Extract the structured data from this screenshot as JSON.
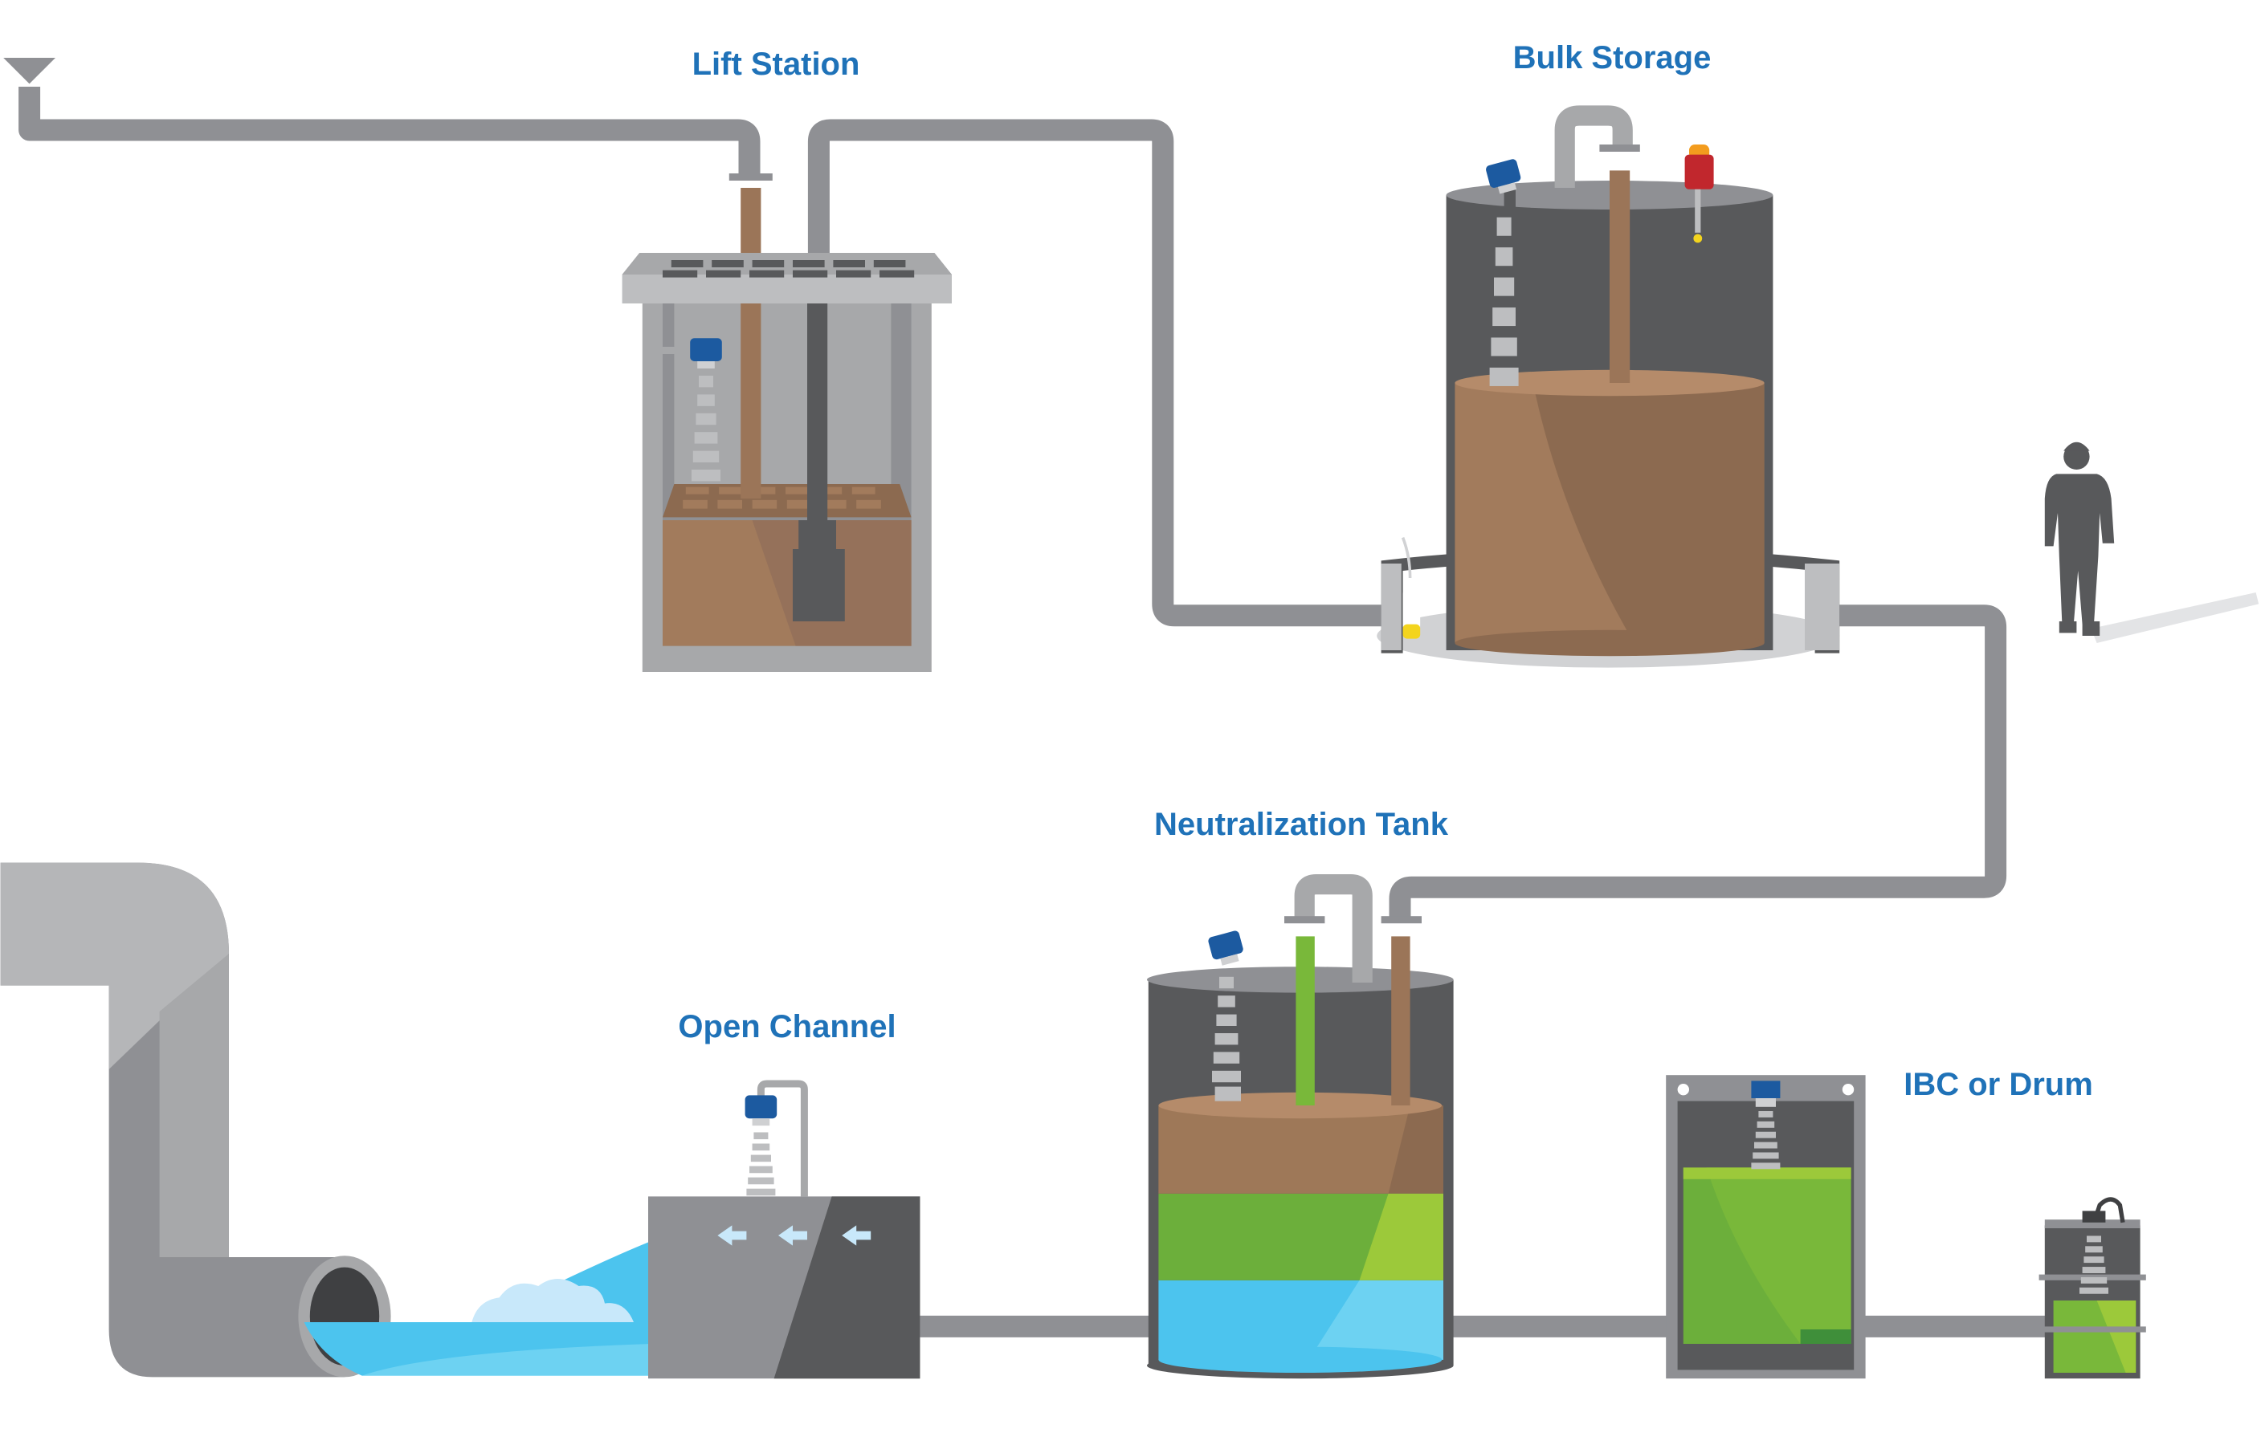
{
  "labels": {
    "lift_station": "Lift Station",
    "bulk_storage": "Bulk Storage",
    "neutralization_tank": "Neutralization Tank",
    "open_channel": "Open Channel",
    "ibc_or_drum": "IBC or Drum"
  },
  "colors": {
    "label": "#1f72b8",
    "pipe": "#8f9094",
    "tank_dark": "#58595b",
    "sludge": "#a27b5c",
    "sludge_shade": "#8c6a50",
    "chemical_green": "#79b83a",
    "water_blue": "#4cc4ee",
    "sensor_blue": "#1c5aa0"
  },
  "icons": [
    "ultrasonic-level-sensor",
    "float-switch",
    "warning-beacon",
    "person-silhouette",
    "water-level-triangle"
  ]
}
